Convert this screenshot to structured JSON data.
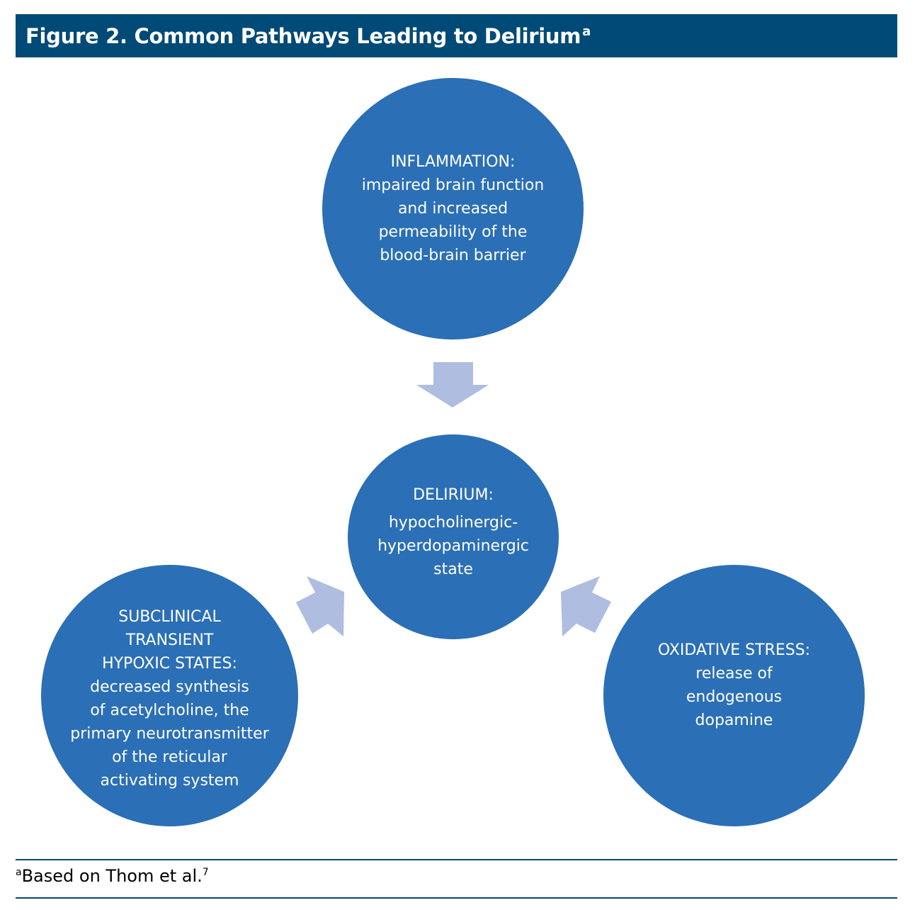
{
  "figure": {
    "title": "Figure 2. Common Pathways Leading to Delirium",
    "title_superscript": "a"
  },
  "nodes": {
    "inflammation": {
      "heading": "INFLAMMATION:",
      "body": "impaired brain function\nand increased\npermeability of the\nblood-brain barrier"
    },
    "delirium": {
      "heading": "DELIRIUM:",
      "body": "hypocholinergic-\nhyperdopaminergic\nstate"
    },
    "hypoxic": {
      "heading": "SUBCLINICAL\nTRANSIENT\nHYPOXIC STATES:",
      "body": "decreased synthesis\nof acetylcholine, the\nprimary neurotransmitter\nof the reticular\nactivating system"
    },
    "oxidative": {
      "heading": "OXIDATIVE STRESS:",
      "body": "release of\nendogenous\ndopamine"
    }
  },
  "footnote": {
    "marker": "a",
    "text": "Based on Thom et al.",
    "reference": "7"
  },
  "colors": {
    "title_bar": "#004a77",
    "circle_fill": "#2b6fb6",
    "arrow_fill": "#aebde0",
    "text_on_circle": "#ffffff"
  }
}
